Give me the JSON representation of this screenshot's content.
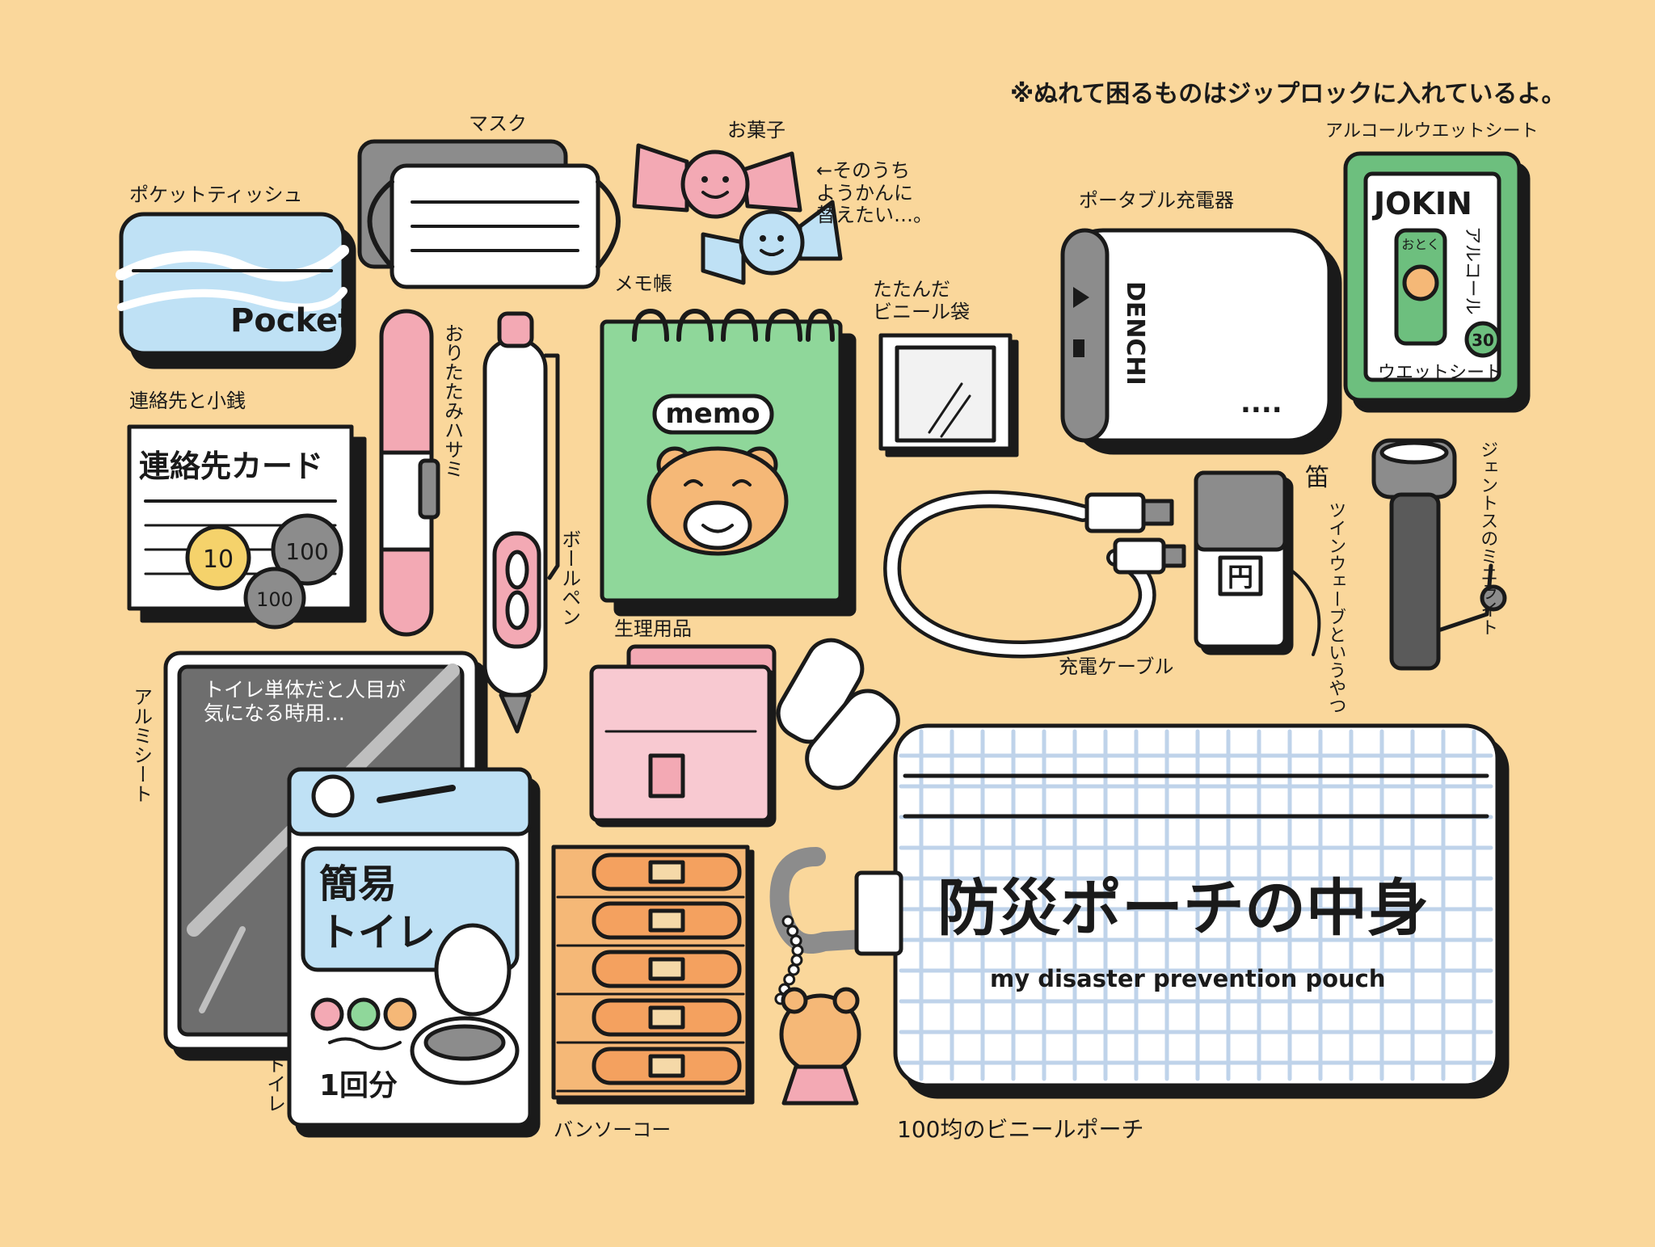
{
  "note": "※ぬれて困るものはジップロックに入れているよ。",
  "colors": {
    "background": "#FAD79B",
    "outline": "#1a1a1a",
    "pink": "#F3A9B4",
    "light_blue": "#BFE1F5",
    "green": "#8FD79A",
    "orange": "#F5B877",
    "gray": "#8C8C8C"
  },
  "items": {
    "pocket_tissue": {
      "label": "ポケットティッシュ",
      "print": "Pocket"
    },
    "mask": {
      "label": "マスク"
    },
    "sweets": {
      "label": "お菓子",
      "note": "←そのうち\nようかんに\n替えたい…。"
    },
    "portable_charger": {
      "label": "ポータブル充電器",
      "print": "DENCHI",
      "dots": "...."
    },
    "wet_sheet": {
      "label": "アルコールウエットシート",
      "brand": "JOKIN",
      "side_text": "アルコール",
      "badge": "おとく",
      "count": "30",
      "bottom_text": "ウエットシート"
    },
    "contact_money": {
      "label": "連絡先と小銭",
      "card_title": "連絡先カード",
      "coins": [
        "10",
        "100",
        "100"
      ]
    },
    "scissors": {
      "label": "おりたたみハサミ"
    },
    "ballpen": {
      "label": "ボールペン"
    },
    "memo": {
      "label": "メモ帳",
      "cover": "memo"
    },
    "vinyl_bag": {
      "label": "たたんだ\nビニール袋"
    },
    "whistle": {
      "label": "笛",
      "sub_label": "ツインウェーブというやつ",
      "mark": "円"
    },
    "flashlight": {
      "label": "ジェントスのミニライト"
    },
    "cable": {
      "label": "充電ケーブル"
    },
    "sanitary": {
      "label": "生理用品"
    },
    "alumi_sheet": {
      "label": "アルミシート",
      "note": "トイレ単体だと人目が\n気になる時用…"
    },
    "toilet": {
      "label": "トイレ",
      "pkg_title": "簡易\nトイレ",
      "count": "1回分"
    },
    "bandage": {
      "label": "バンソーコー"
    },
    "pouch": {
      "title": "防災ポーチの中身",
      "subtitle": "my disaster prevention pouch",
      "label": "100均のビニールポーチ"
    }
  }
}
